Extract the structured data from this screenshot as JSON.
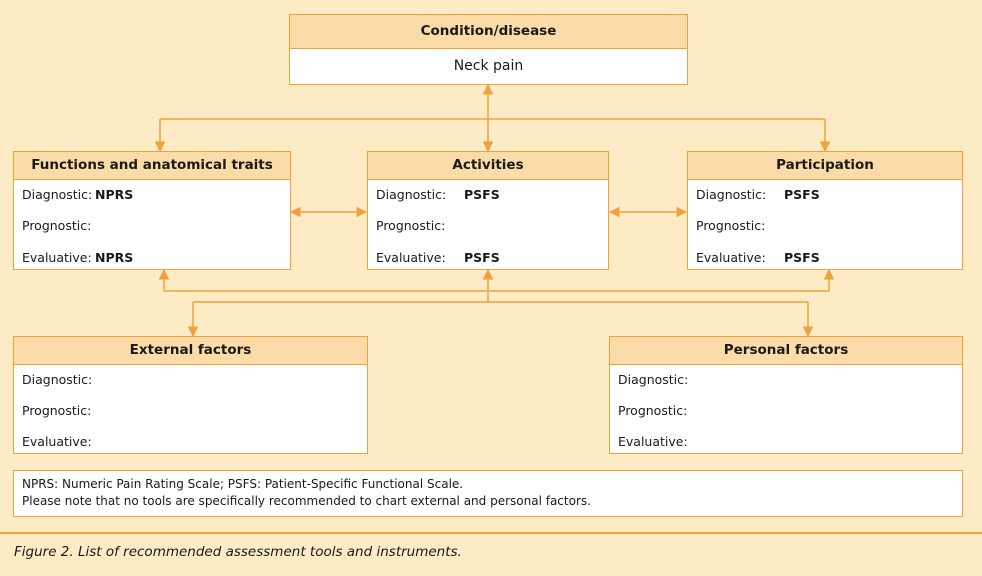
{
  "condition": {
    "title": "Condition/disease",
    "value": "Neck pain"
  },
  "functions": {
    "title": "Functions and anatomical traits",
    "diagnostic_label": "Diagnostic:",
    "diagnostic_value": "NPRS",
    "prognostic_label": "Prognostic:",
    "prognostic_value": "",
    "evaluative_label": "Evaluative:",
    "evaluative_value": "NPRS"
  },
  "activities": {
    "title": "Activities",
    "diagnostic_label": "Diagnostic:",
    "diagnostic_value": "PSFS",
    "prognostic_label": "Prognostic:",
    "prognostic_value": "",
    "evaluative_label": "Evaluative:",
    "evaluative_value": "PSFS"
  },
  "participation": {
    "title": "Participation",
    "diagnostic_label": "Diagnostic:",
    "diagnostic_value": "PSFS",
    "prognostic_label": "Prognostic:",
    "prognostic_value": "",
    "evaluative_label": "Evaluative:",
    "evaluative_value": "PSFS"
  },
  "external": {
    "title": "External factors",
    "diagnostic_label": "Diagnostic:",
    "prognostic_label": "Prognostic:",
    "evaluative_label": "Evaluative:"
  },
  "personal": {
    "title": "Personal factors",
    "diagnostic_label": "Diagnostic:",
    "prognostic_label": "Prognostic:",
    "evaluative_label": "Evaluative:"
  },
  "note": {
    "line1": "NPRS: Numeric Pain Rating Scale; PSFS: Patient-Specific Functional Scale.",
    "line2": "Please note that no tools are specifically recommended to chart external and personal factors."
  },
  "caption": "Figure 2. List of recommended assessment tools and instruments.",
  "colors": {
    "background": "#fdebc6",
    "accent": "#f2a13a",
    "header_fill": "#fbdba8"
  }
}
